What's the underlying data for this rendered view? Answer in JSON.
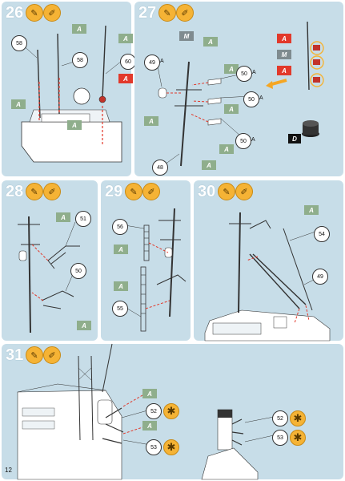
{
  "page_number": "12",
  "colors": {
    "panel_bg": "#c7dde8",
    "paint_swatch": "#8fae8c",
    "paint_metal": "#7f8b8f",
    "accent_red": "#e2392b",
    "step_badge": "#f5b335"
  },
  "steps": [
    {
      "number": "26",
      "parts": [
        "58",
        "58",
        "60"
      ],
      "paint_codes": [
        "A",
        "A",
        "A",
        "A",
        "A"
      ]
    },
    {
      "number": "27",
      "parts": [
        "49",
        "50",
        "50",
        "50",
        "48"
      ],
      "part_suffix": "A",
      "paint_codes": [
        "M",
        "A",
        "A",
        "A",
        "A",
        "A",
        "A",
        "M"
      ],
      "decal_code": "D"
    },
    {
      "number": "28",
      "parts": [
        "51",
        "50"
      ],
      "paint_codes": [
        "A",
        "A"
      ]
    },
    {
      "number": "29",
      "parts": [
        "56",
        "55"
      ],
      "paint_codes": [
        "A",
        "A"
      ]
    },
    {
      "number": "30",
      "parts": [
        "54",
        "49"
      ],
      "paint_codes": [
        "A"
      ]
    },
    {
      "number": "31",
      "parts": [
        "52",
        "53",
        "52",
        "53"
      ],
      "paint_codes": [
        "A",
        "A"
      ]
    }
  ]
}
